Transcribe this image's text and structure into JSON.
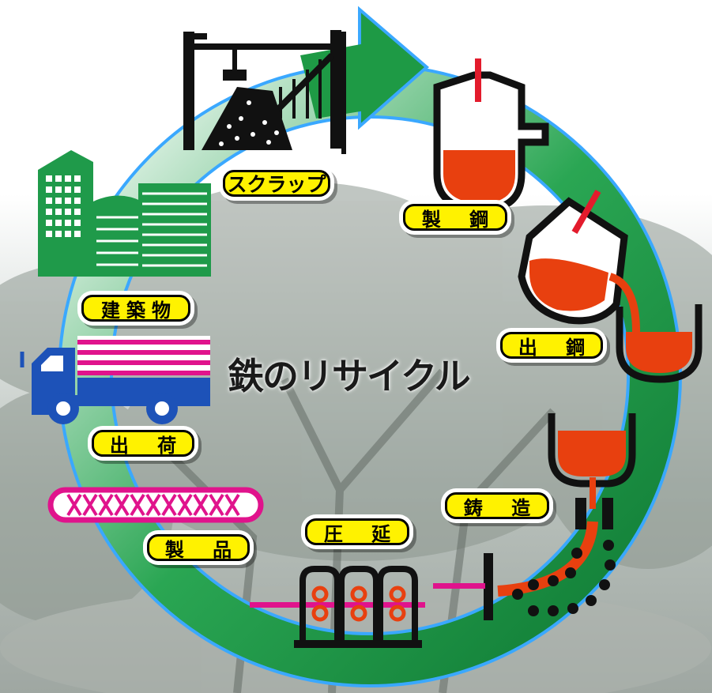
{
  "title": "鉄のリサイクル",
  "stages": {
    "scrap": "スクラップ",
    "steelmaking": "製 鋼",
    "tapping": "出 鋼",
    "casting": "鋳 造",
    "rolling": "圧 延",
    "product": "製 品",
    "shipping": "出 荷",
    "building": "建築物"
  },
  "colors": {
    "cycle_arrow": "#1e9a45",
    "arrow_outline": "#3aa8ff",
    "molten_steel": "#e8400f",
    "label_fill": "#fff200",
    "building": "#1f9a4a",
    "truck": "#1d52b8",
    "truck_cargo": "#e0138c",
    "pipe": "#e0138c"
  }
}
